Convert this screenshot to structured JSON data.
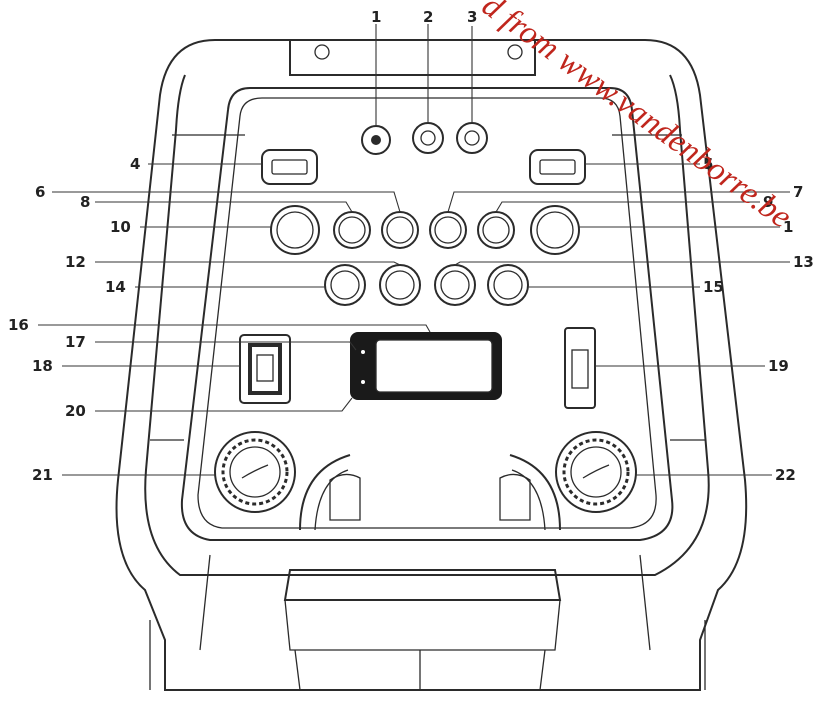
{
  "labels": {
    "l1": "1",
    "l2": "2",
    "l3": "3",
    "l4": "4",
    "l5": "5",
    "l6": "6",
    "l7": "7",
    "l8": "8",
    "l9": "9",
    "l10": "10",
    "l11": "1",
    "l12": "12",
    "l13": "13",
    "l14": "14",
    "l15": "15",
    "l16": "16",
    "l17": "17",
    "l18": "18",
    "l19": "19",
    "l20": "20",
    "l21": "21",
    "l22": "22"
  },
  "watermark": {
    "text": "d from www.vandenborre.be",
    "color": "#c0261d"
  }
}
